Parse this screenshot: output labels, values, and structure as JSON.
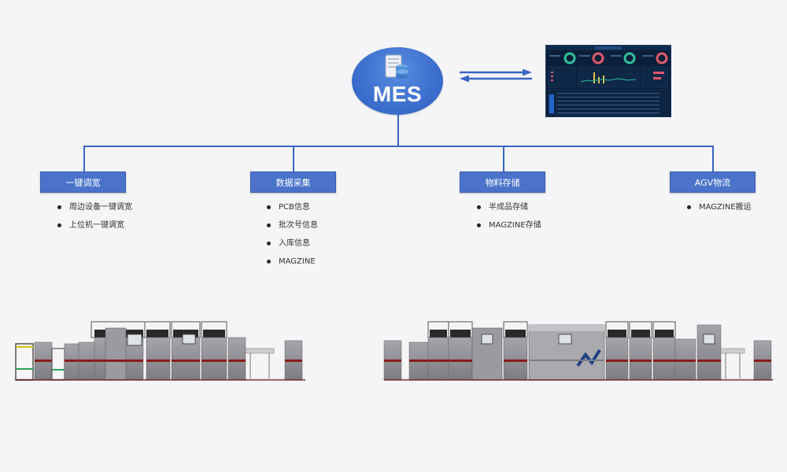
{
  "center_node": {
    "label": "MES",
    "icon": "database-server-icon"
  },
  "dashboard": {
    "icon": "dashboard-screen-icon"
  },
  "colors": {
    "accent": "#4a73c9",
    "line": "#3a65c2",
    "background": "#f5f5f7",
    "machine_body": "#8c8c92",
    "machine_stripe": "#8b1a1a"
  },
  "categories": [
    {
      "title": "一键调宽",
      "items": [
        "周边设备一键调宽",
        "上位机一键调宽"
      ]
    },
    {
      "title": "数据采集",
      "items": [
        "PCB信息",
        "批次号信息",
        "入库信息",
        "MAGZINE"
      ]
    },
    {
      "title": "物料存储",
      "items": [
        "半成品存储",
        "MAGZINE存储"
      ]
    },
    {
      "title": "AGV物流",
      "items": [
        "MAGZINE搬运"
      ]
    }
  ],
  "production_lines": [
    {
      "icon": "smt-production-line-icon"
    },
    {
      "icon": "smt-production-line-icon"
    }
  ]
}
